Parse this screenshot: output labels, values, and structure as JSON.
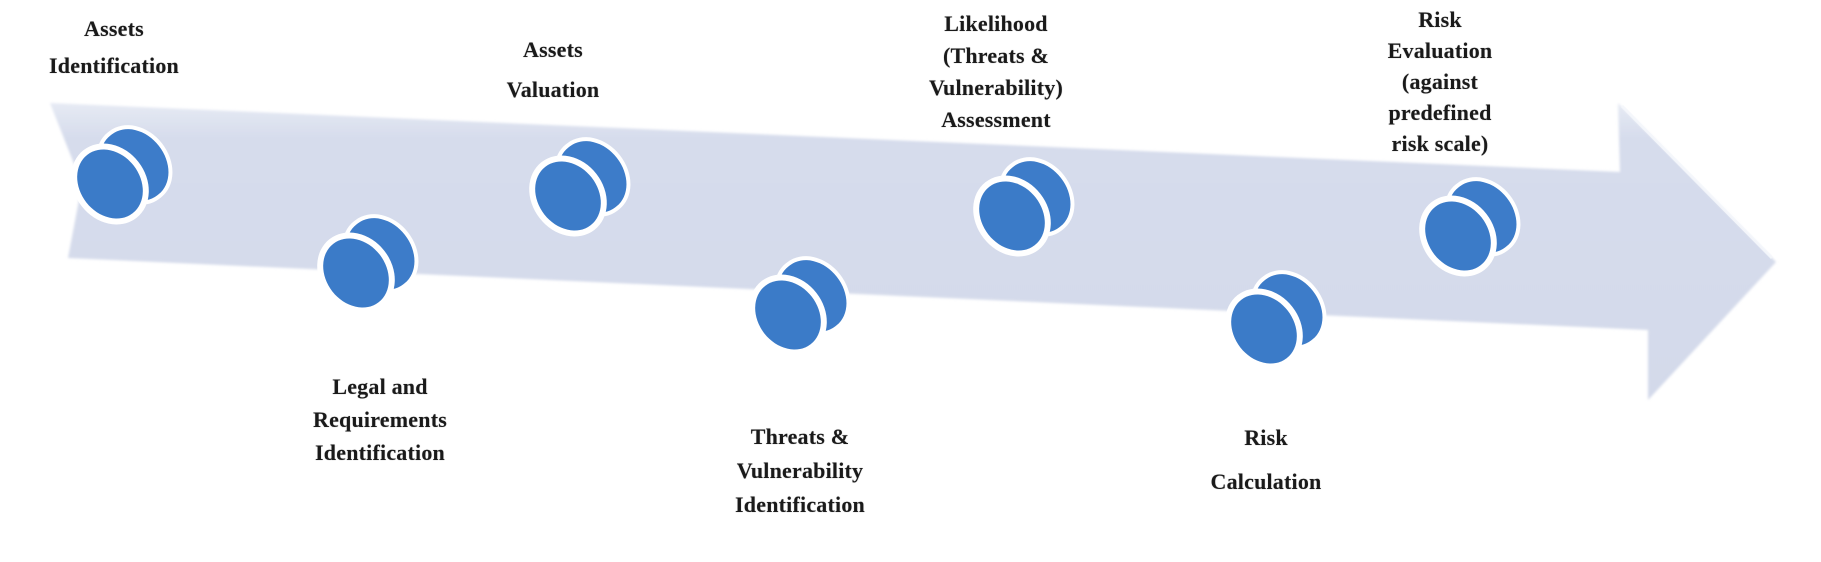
{
  "diagram": {
    "type": "process-arrow-timeline",
    "colors": {
      "background": "#ffffff",
      "arrow_fill": "#d6dcec",
      "arrow_highlight": "#eef1f8",
      "cylinder_fill": "#3d7cc9",
      "cylinder_outline": "#ffffff",
      "label_text": "#1a1a1a"
    },
    "arrow": {
      "direction": "right",
      "icon": "chevron-arrow-shape"
    },
    "steps": [
      {
        "order": 1,
        "position": "above",
        "icon": "cylinder-icon",
        "label": "Assets Identification",
        "lines": [
          "Assets",
          "Identification"
        ]
      },
      {
        "order": 2,
        "position": "below",
        "icon": "cylinder-icon",
        "label": "Legal and Requirements Identification",
        "lines": [
          "Legal and",
          "Requirements",
          "Identification"
        ]
      },
      {
        "order": 3,
        "position": "above",
        "icon": "cylinder-icon",
        "label": "Assets Valuation",
        "lines": [
          "Assets",
          "Valuation"
        ]
      },
      {
        "order": 4,
        "position": "below",
        "icon": "cylinder-icon",
        "label": "Threats & Vulnerability Identification",
        "lines": [
          "Threats &",
          "Vulnerability",
          "Identification"
        ]
      },
      {
        "order": 5,
        "position": "above",
        "icon": "cylinder-icon",
        "label": "Likelihood (Threats & Vulnerability) Assessment",
        "lines": [
          "Likelihood",
          "(Threats &",
          "Vulnerability)",
          "Assessment"
        ]
      },
      {
        "order": 6,
        "position": "below",
        "icon": "cylinder-icon",
        "label": "Risk Calculation",
        "lines": [
          "Risk",
          "Calculation"
        ]
      },
      {
        "order": 7,
        "position": "above",
        "icon": "cylinder-icon",
        "label": "Risk Evaluation (against predefined risk scale)",
        "lines": [
          "Risk",
          "Evaluation",
          "(against",
          "predefined",
          "risk scale)"
        ]
      }
    ]
  }
}
